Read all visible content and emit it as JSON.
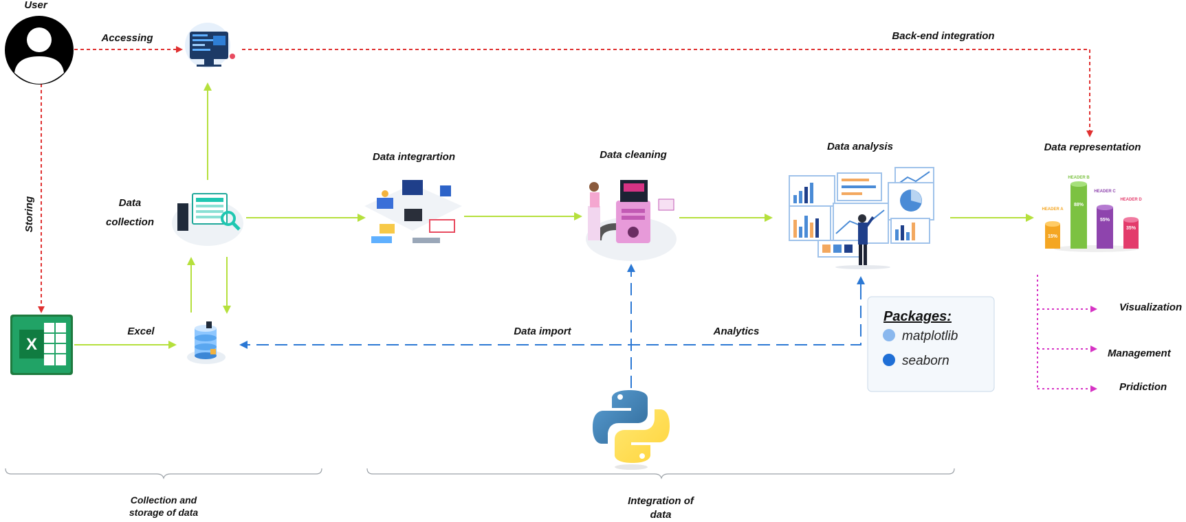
{
  "labels": {
    "user": "User",
    "accessing": "Accessing",
    "backend": "Back-end integration",
    "storing": "Storing",
    "data_collection_1": "Data",
    "data_collection_2": "collection",
    "excel": "Excel",
    "data_integration": "Data integrartion",
    "data_cleaning": "Data cleaning",
    "data_analysis": "Data analysis",
    "data_representation": "Data representation",
    "data_import": "Data import",
    "analytics": "Analytics",
    "visualization": "Visualization",
    "management": "Management",
    "prediction": "Pridiction",
    "collection_storage_1": "Collection and",
    "collection_storage_2": "storage of data",
    "integration_1": "Integration of",
    "integration_2": "data"
  },
  "packages": {
    "title": "Packages:",
    "items": [
      "matplotlib",
      "seaborn"
    ]
  },
  "representation_chart": {
    "headers": [
      "HEADER A",
      "HEADER B",
      "HEADER C",
      "HEADER D"
    ],
    "values": [
      "15%",
      "88%",
      "55%",
      "35%"
    ]
  },
  "colors": {
    "red_flow": "#e03030",
    "green_flow": "#b5e03c",
    "blue_flow": "#2b78d4",
    "magenta_flow": "#d633c4"
  },
  "icons": {
    "user": "user-avatar-icon",
    "excel": "excel-icon",
    "python": "python-logo-icon"
  }
}
